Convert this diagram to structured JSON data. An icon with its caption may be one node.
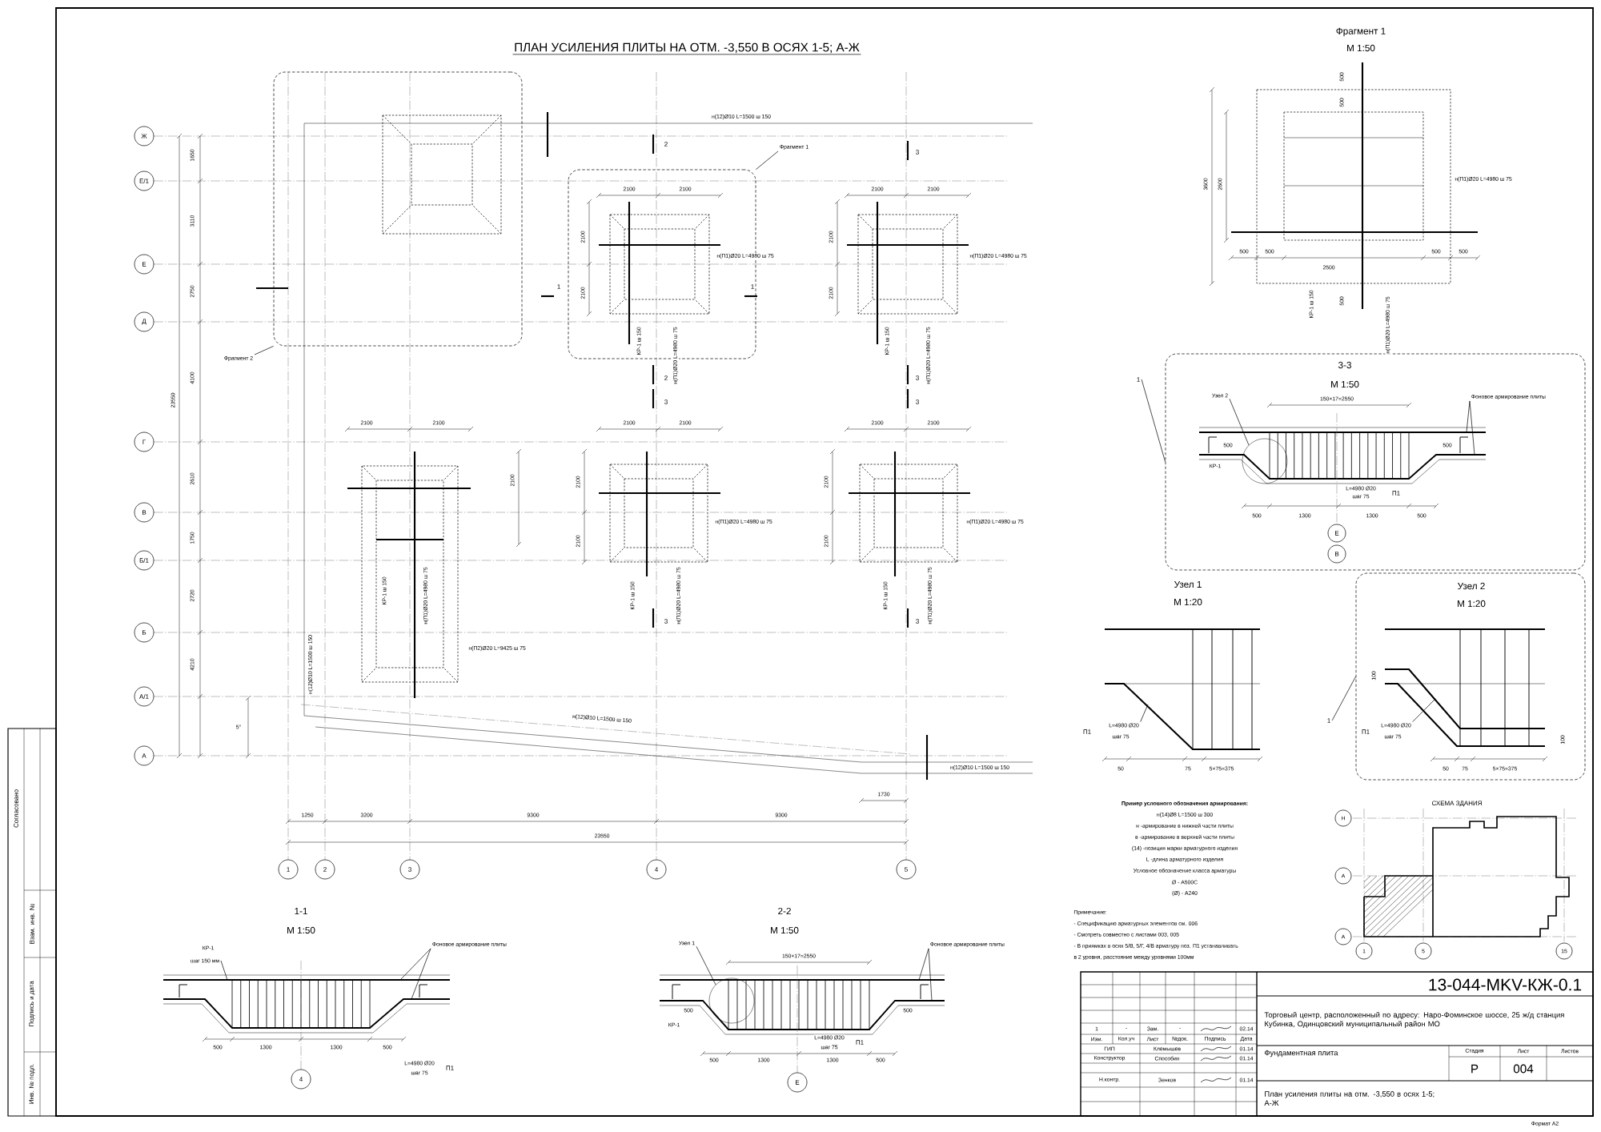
{
  "diagram": {
    "title": "ПЛАН УСИЛЕНИЯ ПЛИТЫ НА ОТМ. -3,550 В ОСЯХ 1-5; А-Ж",
    "nodes": [
      {
        "text": [
          "Ж"
        ]
      },
      {
        "text": [
          "Е/1"
        ]
      },
      {
        "text": [
          "Е"
        ]
      },
      {
        "text": [
          "Д"
        ]
      },
      {
        "text": [
          "Г"
        ]
      },
      {
        "text": [
          "В"
        ]
      },
      {
        "text": [
          "Б/1"
        ]
      },
      {
        "text": [
          "Б"
        ]
      },
      {
        "text": [
          "А/1"
        ]
      },
      {
        "text": [
          "А"
        ]
      },
      {
        "text": [
          "1"
        ]
      },
      {
        "text": [
          "2"
        ]
      },
      {
        "text": [
          "3"
        ]
      },
      {
        "text": [
          "4"
        ]
      },
      {
        "text": [
          "5"
        ]
      },
      {
        "text": [],
        "shape": "box"
      },
      {
        "text": [],
        "shape": "box"
      },
      {
        "text": [
          "Фрагмент 2"
        ]
      },
      {
        "text": [
          "Фрагмент 1"
        ]
      },
      {
        "text": [
          "3-3",
          "М 1:50"
        ]
      },
      {
        "text": [
          "Узел 2",
          "М 1:20"
        ]
      },
      {
        "text": [
          "1"
        ]
      },
      {
        "text": [
          "1"
        ]
      },
      {
        "text": [
          "Е"
        ],
        "in": 19
      },
      {
        "text": [
          "В"
        ],
        "in": 19
      },
      {
        "text": [
          "4"
        ]
      },
      {
        "text": [
          "Е"
        ]
      },
      {
        "text": [
          "Н"
        ]
      },
      {
        "text": [
          "А"
        ]
      },
      {
        "text": [
          "А"
        ]
      },
      {
        "text": [
          "1"
        ]
      },
      {
        "text": [
          "5"
        ]
      },
      {
        "text": [
          "15"
        ]
      },
      {
        "text": [
          "Узел 2"
        ],
        "in": 19
      },
      {
        "text": [],
        "shape": "circle",
        "in": 19
      },
      {
        "text": [
          "Узел 1"
        ]
      },
      {
        "text": [],
        "shape": "circle"
      },
      {
        "text": [
          "Фоновое армирование плиты"
        ]
      },
      {
        "text": [
          "Фоновое армирование плиты"
        ]
      },
      {
        "text": [
          "Фоновое армирование плиты"
        ],
        "in": 19
      },
      {
        "text": [
          "шаг 150 мм"
        ]
      },
      {
        "text": [
          "L=4980 Ø20"
        ]
      },
      {
        "text": [
          "L=4980 Ø20"
        ],
        "in": 20
      }
    ],
    "edges": [
      {
        "from": 17,
        "to": 15,
        "arrow": "none"
      },
      {
        "from": 18,
        "to": 16,
        "arrow": "none"
      },
      {
        "from": 21,
        "to": 19,
        "arrow": "none"
      },
      {
        "from": 22,
        "to": 20,
        "arrow": "none"
      },
      {
        "from": 33,
        "to": 34,
        "arrow": "none"
      },
      {
        "from": 35,
        "to": 36,
        "arrow": "none"
      },
      {
        "from": 37,
        "to": null,
        "arrow": "none"
      },
      {
        "from": 37,
        "to": null,
        "arrow": "none"
      },
      {
        "from": 38,
        "to": null,
        "arrow": "none"
      },
      {
        "from": 38,
        "to": null,
        "arrow": "none"
      },
      {
        "from": 39,
        "to": null,
        "arrow": "none"
      },
      {
        "from": 39,
        "to": null,
        "arrow": "none"
      },
      {
        "from": 40,
        "to": null,
        "arrow": "none"
      },
      {
        "from": 41,
        "to": null,
        "arrow": "none"
      },
      {
        "from": 42,
        "to": null,
        "arrow": "none"
      }
    ],
    "labels": [
      "н(12)Ø10 L=1500 ш 150",
      "1650",
      "3110",
      "2750",
      "4100",
      "23550",
      "2610",
      "1750",
      "2720",
      "4210",
      "5°",
      "н(12)Ø10 L=1500 ш 150",
      "н(12)Ø10 L=1500 ш 150",
      "н(12)Ø10 L=1500 ш 150",
      "1730",
      "1250",
      "3200",
      "9300",
      "9300",
      "23550",
      "2",
      "2",
      "1",
      "1",
      "3",
      "3",
      "3",
      "3",
      "3",
      "3",
      "2100",
      "2100",
      "2100",
      "2100",
      "н(П1)Ø20 L=4980 ш 75",
      "КР-1 ш 150",
      "н(П1)Ø20 L=4980 ш 75",
      "2100",
      "2100",
      "2100",
      "2100",
      "н(П1)Ø20 L=4980 ш 75",
      "КР-1 ш 150",
      "н(П1)Ø20 L=4980 ш 75",
      "2100",
      "2100",
      "2100",
      "КР-1 ш 150",
      "н(П1)Ø20 L=4980 ш 75",
      "н(П2)Ø20 L=9425 ш 75",
      "2100",
      "2100",
      "2100",
      "2100",
      "н(П1)Ø20 L=4980 ш 75",
      "КР-1 ш 150",
      "н(П1)Ø20 L=4980 ш 75",
      "2100",
      "2100",
      "2100",
      "2100",
      "н(П1)Ø20 L=4980 ш 75",
      "КР-1 ш 150",
      "н(П1)Ø20 L=4980 ш 75",
      "Фрагмент 1",
      "М 1:50",
      "3600",
      "2600",
      "500",
      "500",
      "500",
      "500",
      "2500",
      "500",
      "500",
      "500",
      "н(П1)Ø20 L=4980 ш 75",
      "КР-1 ш 150",
      "н(П1)Ø20 L=4980 ш 75",
      "150×17=2550",
      "КР-1",
      "500",
      "500",
      "L=4980 Ø20",
      "шаг 75",
      "П1",
      "500",
      "1300",
      "1300",
      "500",
      "Узел 1",
      "М 1:20",
      "шаг 75",
      "П1",
      "50",
      "75",
      "5×75=375",
      "шаг 75",
      "П1",
      "50",
      "75",
      "5×75=375",
      "100",
      "100",
      "Пример условного обозначения армирования:",
      "н(14)Ø8 L=1500 ш 300",
      "н -армирование в нижней части плиты",
      "в -армирование в верхней части плиты",
      "(14) -позиция марки арматурного изделия",
      "L -длина арматурного изделия",
      "Условное обозначение класса арматуры",
      "Ø - А500С",
      "(Ø) - А240",
      "Примечание:",
      "- Спецификацию арматурных элементов см. 006",
      "- Смотреть совместно с листами 003, 005",
      "- В приямках в осях 5/В, 5/Г, 4/В арматуру поз. П1 устанавливать",
      "в 2 уровня, расстояние между уровнями 100мм",
      "СХЕМА ЗДАНИЯ",
      "1-1",
      "М 1:50",
      "КР-1",
      "500",
      "1300",
      "1300",
      "500",
      "L=4980 Ø20",
      "шаг 75",
      "П1",
      "2-2",
      "М 1:50",
      "150×17=2550",
      "500",
      "КР-1",
      "500",
      "500",
      "1300",
      "1300",
      "500",
      "L=4980 Ø20",
      "шаг 75",
      "П1",
      "Согласовано",
      "Взам. инв. №",
      "Подпись и дата",
      "Инв. № подл.",
      "13-044-MKV-КЖ-0.1",
      "Торговый центр, расположенный по адресу: Наро-Фоминское шоссе, 25 ж/д станция Кубинка, Одинцовский муниципальный район МО",
      "Фундаментная плита",
      "Стадия",
      "Лист",
      "Листов",
      "Р",
      "004",
      "План усиления плиты на отм. -3,550 в осях 1-5; А-Ж",
      "Формат А2",
      "1",
      "-",
      "Зам.",
      "-",
      "02.14",
      "Изм.",
      "Кол.уч",
      "Лист",
      "№док.",
      "Подпись",
      "Дата",
      "ГИП",
      "Клемышев",
      "01.14",
      "Конструктор",
      "Способин",
      "01.14",
      "Н.контр.",
      "Зенков",
      "01.14"
    ]
  }
}
